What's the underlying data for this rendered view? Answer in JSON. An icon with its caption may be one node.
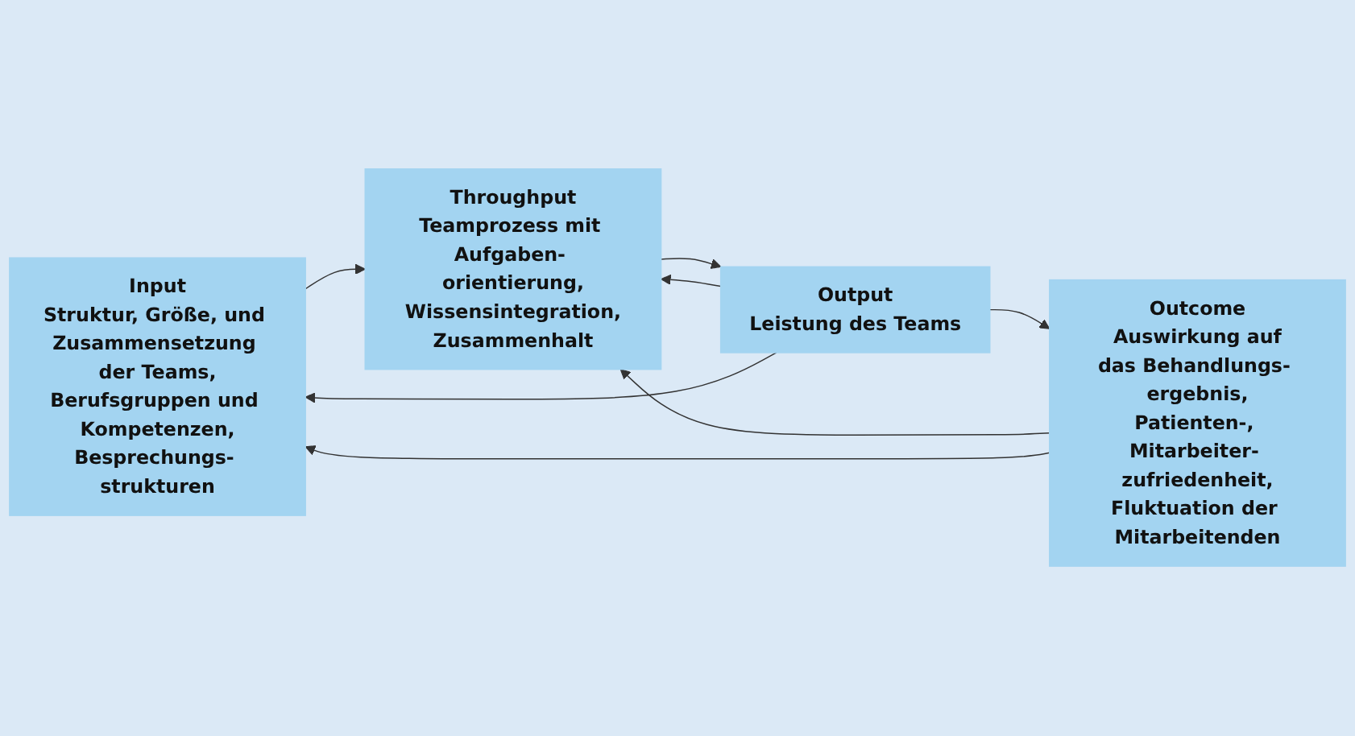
{
  "diagram": {
    "nodes": [
      {
        "text": [
          "Input",
          "Struktur, Größe, und Zusammensetzung der Teams,",
          "Berufsgruppen und Kompetenzen,",
          "Besprechungs- strukturen"
        ]
      },
      {
        "text": [
          "Throughput",
          "Teamprozess mit Aufgaben- orientierung,",
          "Wissensintegration,",
          "Zusammenhalt"
        ]
      },
      {
        "text": [
          "Output",
          "Leistung des Teams"
        ]
      },
      {
        "text": [
          "Outcome",
          "Auswirkung auf",
          "das Behandlungs- ergebnis,",
          "Patienten-, Mitarbeiter- zufriedenheit,",
          "Fluktuation der Mitarbeitenden"
        ]
      }
    ],
    "edges": [
      {
        "from": 0,
        "to": 1,
        "arrow": "to"
      },
      {
        "from": 1,
        "to": 2,
        "arrow": "to"
      },
      {
        "from": 2,
        "to": 3,
        "arrow": "to"
      },
      {
        "from": 3,
        "to": 1,
        "arrow": "to"
      },
      {
        "from": 3,
        "to": 0,
        "arrow": "to"
      },
      {
        "from": 2,
        "to": 1,
        "arrow": "to"
      },
      {
        "from": 2,
        "to": 0,
        "arrow": "to"
      }
    ]
  }
}
